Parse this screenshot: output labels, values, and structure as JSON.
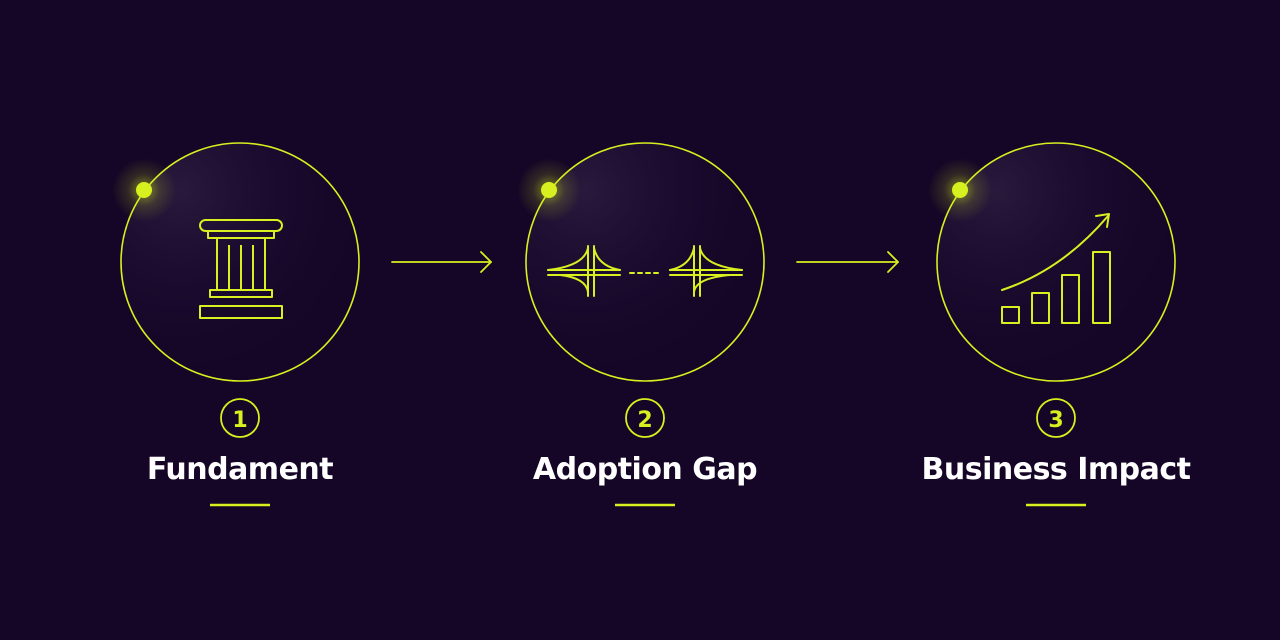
{
  "accent_color": "#d6f020",
  "background_color": "#150526",
  "title_color": "#ffffff",
  "steps": [
    {
      "number": "1",
      "title": "Fundament",
      "icon": "pillar-icon"
    },
    {
      "number": "2",
      "title": "Adoption Gap",
      "icon": "bridge-gap-icon"
    },
    {
      "number": "3",
      "title": "Business Impact",
      "icon": "growth-chart-icon"
    }
  ],
  "connectors": [
    {
      "from": "1",
      "to": "2",
      "icon": "arrow-right-icon"
    },
    {
      "from": "2",
      "to": "3",
      "icon": "arrow-right-icon"
    }
  ]
}
